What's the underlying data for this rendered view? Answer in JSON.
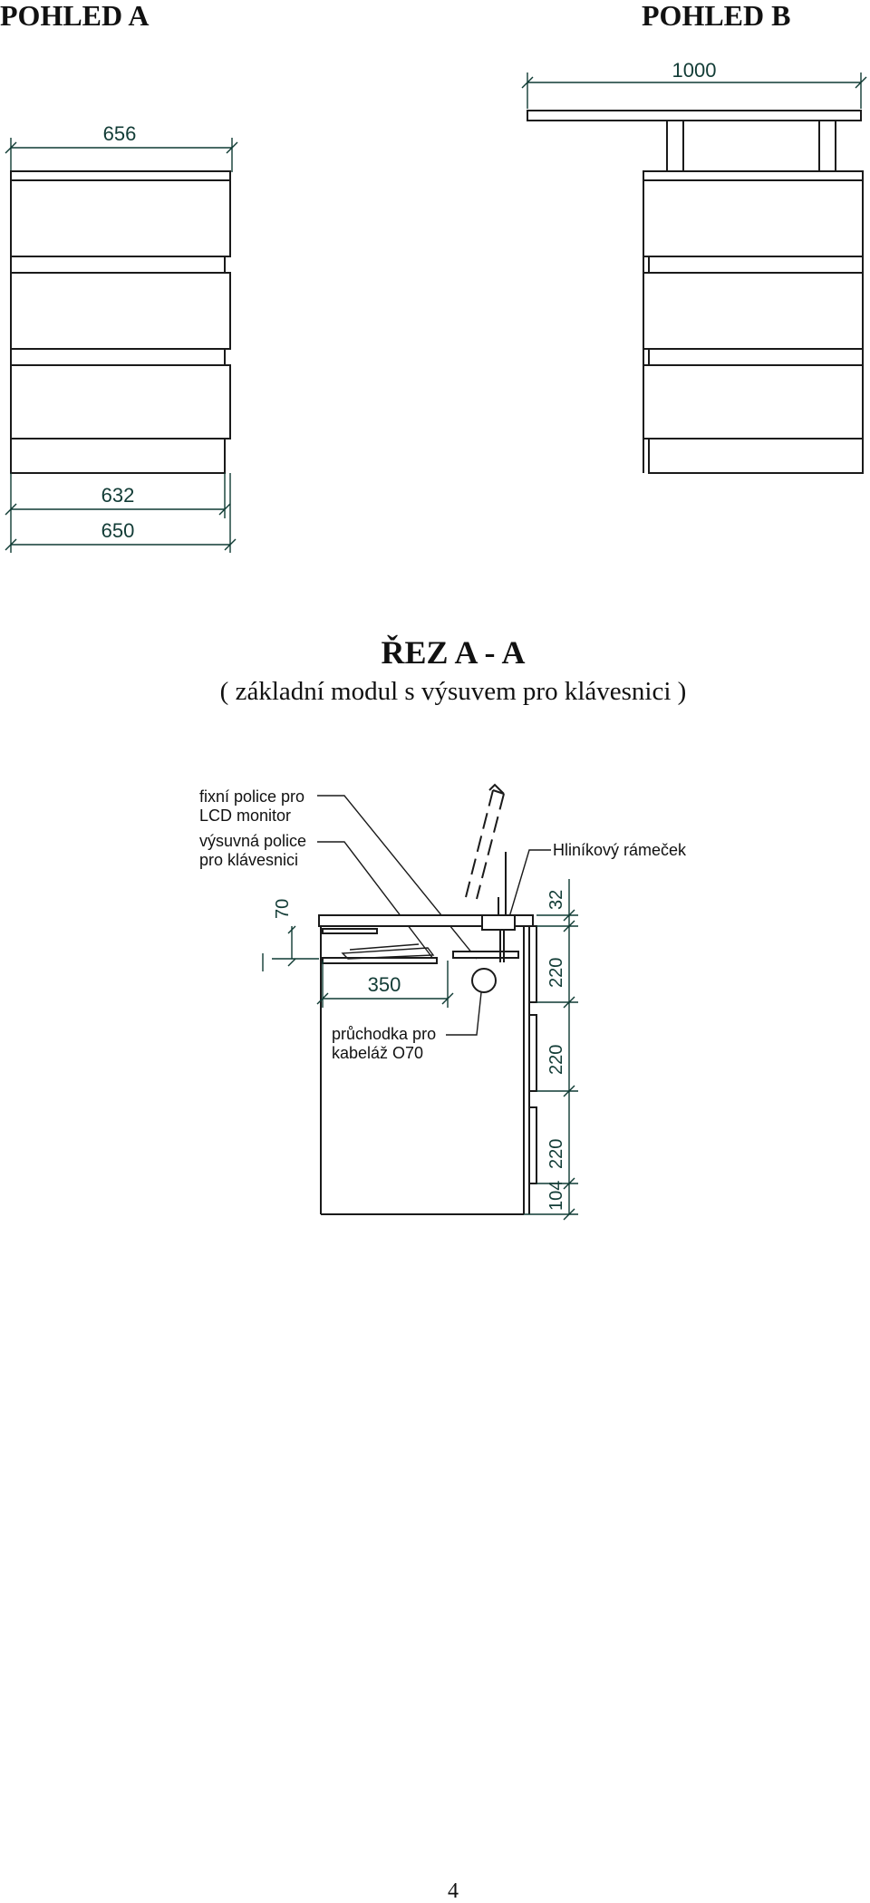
{
  "views": {
    "view_a": {
      "title": "POHLED A",
      "dim_top": "656",
      "dim_inner": "632",
      "dim_outer": "650"
    },
    "view_b": {
      "title": "POHLED B",
      "dim_top": "1000"
    }
  },
  "section": {
    "title": "ŘEZ  A - A",
    "subtitle": "( základní modul s výsuvem pro klávesnici )",
    "labels": {
      "fixed_shelf": [
        "fixní police pro",
        "LCD monitor"
      ],
      "sliding_shelf": [
        "výsuvná police",
        "pro klávesnici"
      ],
      "frame": "Hliníkový rámeček",
      "grommet": [
        "průchodka pro",
        "kabeláž O70"
      ]
    },
    "dims": {
      "d70": "70",
      "d350": "350",
      "d32": "32",
      "d220a": "220",
      "d220b": "220",
      "d220c": "220",
      "d104": "104"
    }
  },
  "page_number": "4"
}
